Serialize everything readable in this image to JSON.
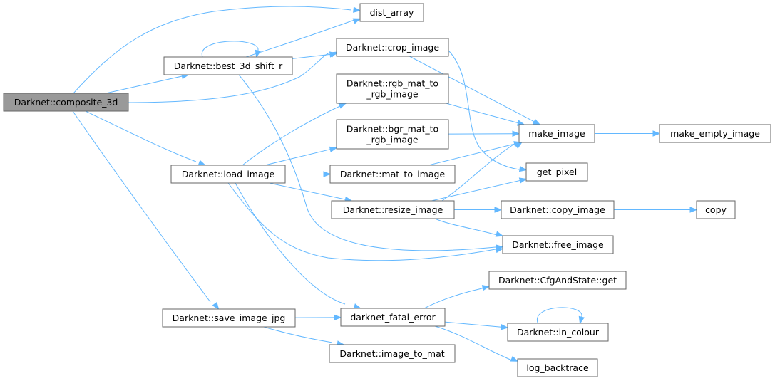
{
  "diagram": {
    "colors": {
      "edge": "#63b8ff",
      "node_border": "#666666",
      "root_fill": "#999999",
      "node_fill": "#ffffff"
    },
    "nodes": [
      {
        "id": "composite_3d",
        "lines": [
          "Darknet::composite_3d"
        ],
        "root": true
      },
      {
        "id": "dist_array",
        "lines": [
          "dist_array"
        ]
      },
      {
        "id": "best_3d_shift_r",
        "lines": [
          "Darknet::best_3d_shift_r"
        ]
      },
      {
        "id": "crop_image",
        "lines": [
          "Darknet::crop_image"
        ]
      },
      {
        "id": "rgb_mat_to_rgb_image",
        "lines": [
          "Darknet::rgb_mat_to",
          "_rgb_image"
        ]
      },
      {
        "id": "bgr_mat_to_rgb_image",
        "lines": [
          "Darknet::bgr_mat_to",
          "_rgb_image"
        ]
      },
      {
        "id": "make_image",
        "lines": [
          "make_image"
        ]
      },
      {
        "id": "make_empty_image",
        "lines": [
          "make_empty_image"
        ]
      },
      {
        "id": "load_image",
        "lines": [
          "Darknet::load_image"
        ]
      },
      {
        "id": "mat_to_image",
        "lines": [
          "Darknet::mat_to_image"
        ]
      },
      {
        "id": "get_pixel",
        "lines": [
          "get_pixel"
        ]
      },
      {
        "id": "resize_image",
        "lines": [
          "Darknet::resize_image"
        ]
      },
      {
        "id": "copy_image",
        "lines": [
          "Darknet::copy_image"
        ]
      },
      {
        "id": "copy",
        "lines": [
          "copy"
        ]
      },
      {
        "id": "free_image",
        "lines": [
          "Darknet::free_image"
        ]
      },
      {
        "id": "cfg_get",
        "lines": [
          "Darknet::CfgAndState::get"
        ]
      },
      {
        "id": "save_image_jpg",
        "lines": [
          "Darknet::save_image_jpg"
        ]
      },
      {
        "id": "darknet_fatal_error",
        "lines": [
          "darknet_fatal_error"
        ]
      },
      {
        "id": "in_colour",
        "lines": [
          "Darknet::in_colour"
        ]
      },
      {
        "id": "image_to_mat",
        "lines": [
          "Darknet::image_to_mat"
        ]
      },
      {
        "id": "log_backtrace",
        "lines": [
          "log_backtrace"
        ]
      }
    ],
    "edges": [
      [
        "composite_3d",
        "dist_array"
      ],
      [
        "composite_3d",
        "best_3d_shift_r"
      ],
      [
        "composite_3d",
        "crop_image"
      ],
      [
        "composite_3d",
        "load_image"
      ],
      [
        "composite_3d",
        "save_image_jpg"
      ],
      [
        "best_3d_shift_r",
        "best_3d_shift_r"
      ],
      [
        "best_3d_shift_r",
        "dist_array"
      ],
      [
        "best_3d_shift_r",
        "crop_image"
      ],
      [
        "best_3d_shift_r",
        "free_image"
      ],
      [
        "crop_image",
        "make_image"
      ],
      [
        "crop_image",
        "get_pixel"
      ],
      [
        "rgb_mat_to_rgb_image",
        "make_image"
      ],
      [
        "bgr_mat_to_rgb_image",
        "make_image"
      ],
      [
        "make_image",
        "make_empty_image"
      ],
      [
        "load_image",
        "rgb_mat_to_rgb_image"
      ],
      [
        "load_image",
        "bgr_mat_to_rgb_image"
      ],
      [
        "load_image",
        "mat_to_image"
      ],
      [
        "load_image",
        "resize_image"
      ],
      [
        "load_image",
        "free_image"
      ],
      [
        "load_image",
        "darknet_fatal_error"
      ],
      [
        "mat_to_image",
        "make_image"
      ],
      [
        "resize_image",
        "make_image"
      ],
      [
        "resize_image",
        "get_pixel"
      ],
      [
        "resize_image",
        "copy_image"
      ],
      [
        "resize_image",
        "free_image"
      ],
      [
        "copy_image",
        "copy"
      ],
      [
        "save_image_jpg",
        "darknet_fatal_error"
      ],
      [
        "save_image_jpg",
        "image_to_mat"
      ],
      [
        "darknet_fatal_error",
        "cfg_get"
      ],
      [
        "darknet_fatal_error",
        "in_colour"
      ],
      [
        "darknet_fatal_error",
        "log_backtrace"
      ],
      [
        "in_colour",
        "in_colour"
      ]
    ]
  }
}
